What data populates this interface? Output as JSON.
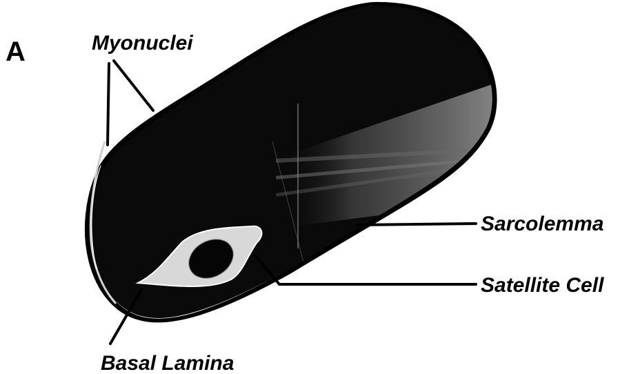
{
  "panel_label": "A",
  "labels": {
    "myonuclei": "Myonuclei",
    "sarcolemma": "Sarcolemma",
    "satellite_cell": "Satellite Cell",
    "basal_lamina": "Basal Lamina"
  },
  "colors": {
    "fiber": "#0a0a0a",
    "stripe_gray": "#8a8a8a",
    "satellite_cytoplasm": "#d8d8d8",
    "background": "#ffffff"
  }
}
